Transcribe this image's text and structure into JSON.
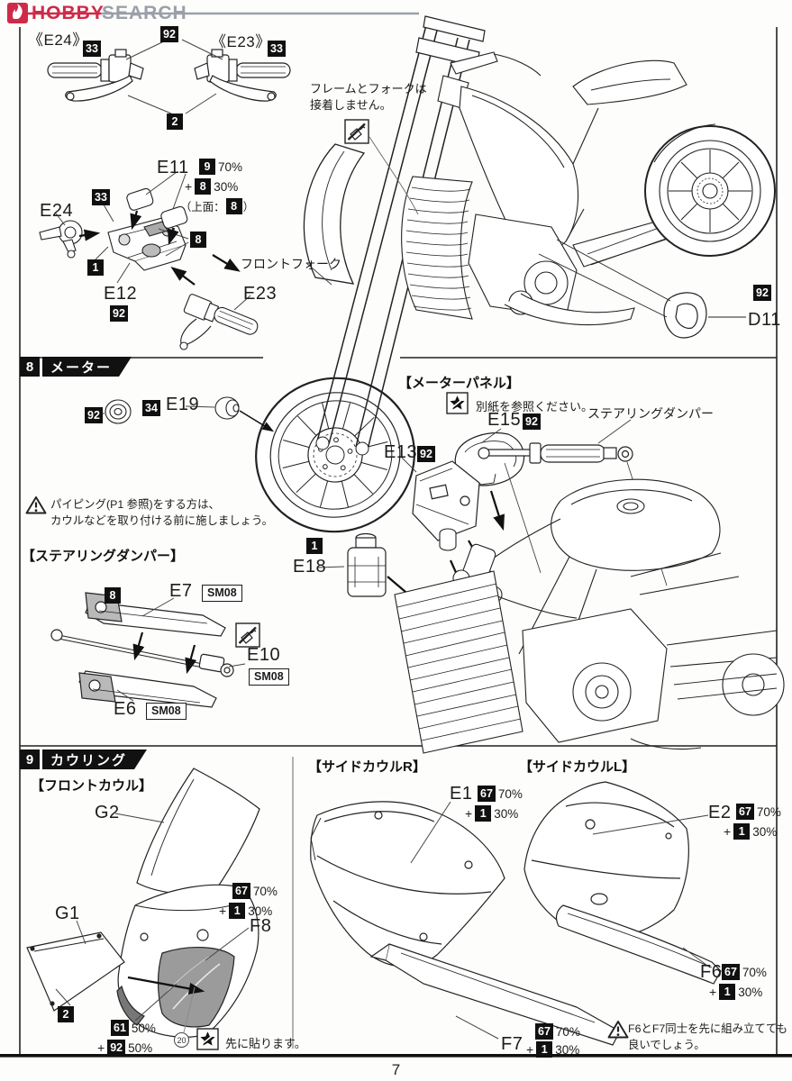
{
  "logo": {
    "hobby": "HOBBY",
    "search": "SEARCH"
  },
  "page": {
    "number": "7"
  },
  "common": {
    "plus": "+"
  },
  "top": {
    "heading_e24": "《E24》",
    "heading_e23": "《E23》",
    "b33": "33",
    "b92": "92",
    "b2": "2",
    "b1": "1",
    "b8": "8",
    "b9": "9",
    "note_line1": "フレームとフォークは",
    "note_line2": "接着しません。",
    "e11": "E11",
    "e11_pct1": "70%",
    "e11_pct2": "30%",
    "e11_top_pre": "（上面：",
    "e11_top_post": "）",
    "e24": "E24",
    "e12": "E12",
    "e23": "E23",
    "front_fork_label": "フロントフォーク",
    "d11": "D11"
  },
  "sec8": {
    "number": "8",
    "title": "メーター",
    "b92": "92",
    "b34": "34",
    "b1": "1",
    "b8": "8",
    "e19": "E19",
    "panel_heading": "【メーターパネル】",
    "ref_note": "別紙を参照ください。",
    "e15": "E15",
    "e13": "E13",
    "e18": "E18",
    "damper_label": "ステアリングダンパー",
    "warning_line1": "パイピング(P1 参照)をする方は、",
    "warning_line2": "カウルなどを取り付ける前に施しましょう。",
    "damper_heading": "【ステアリングダンパー】",
    "e7": "E7",
    "e10": "E10",
    "e6": "E6",
    "sm08": "SM08"
  },
  "sec9": {
    "number": "9",
    "title": "カウリング",
    "front_heading": "【フロントカウル】",
    "g2": "G2",
    "g1": "G1",
    "b2": "2",
    "f8": "F8",
    "b67": "67",
    "b1": "1",
    "pct70": "70%",
    "pct30": "30%",
    "b61": "61",
    "b92": "92",
    "pct50": "50%",
    "decal_num": "20",
    "decal_note": "先に貼ります。",
    "side_r_heading": "【サイドカウルR】",
    "e1": "E1",
    "f7": "F7",
    "side_l_heading": "【サイドカウルL】",
    "e2": "E2",
    "f6": "F6",
    "warning_line1": "F6とF7同士を先に組み立てても",
    "warning_line2": "良いでしょう。"
  }
}
